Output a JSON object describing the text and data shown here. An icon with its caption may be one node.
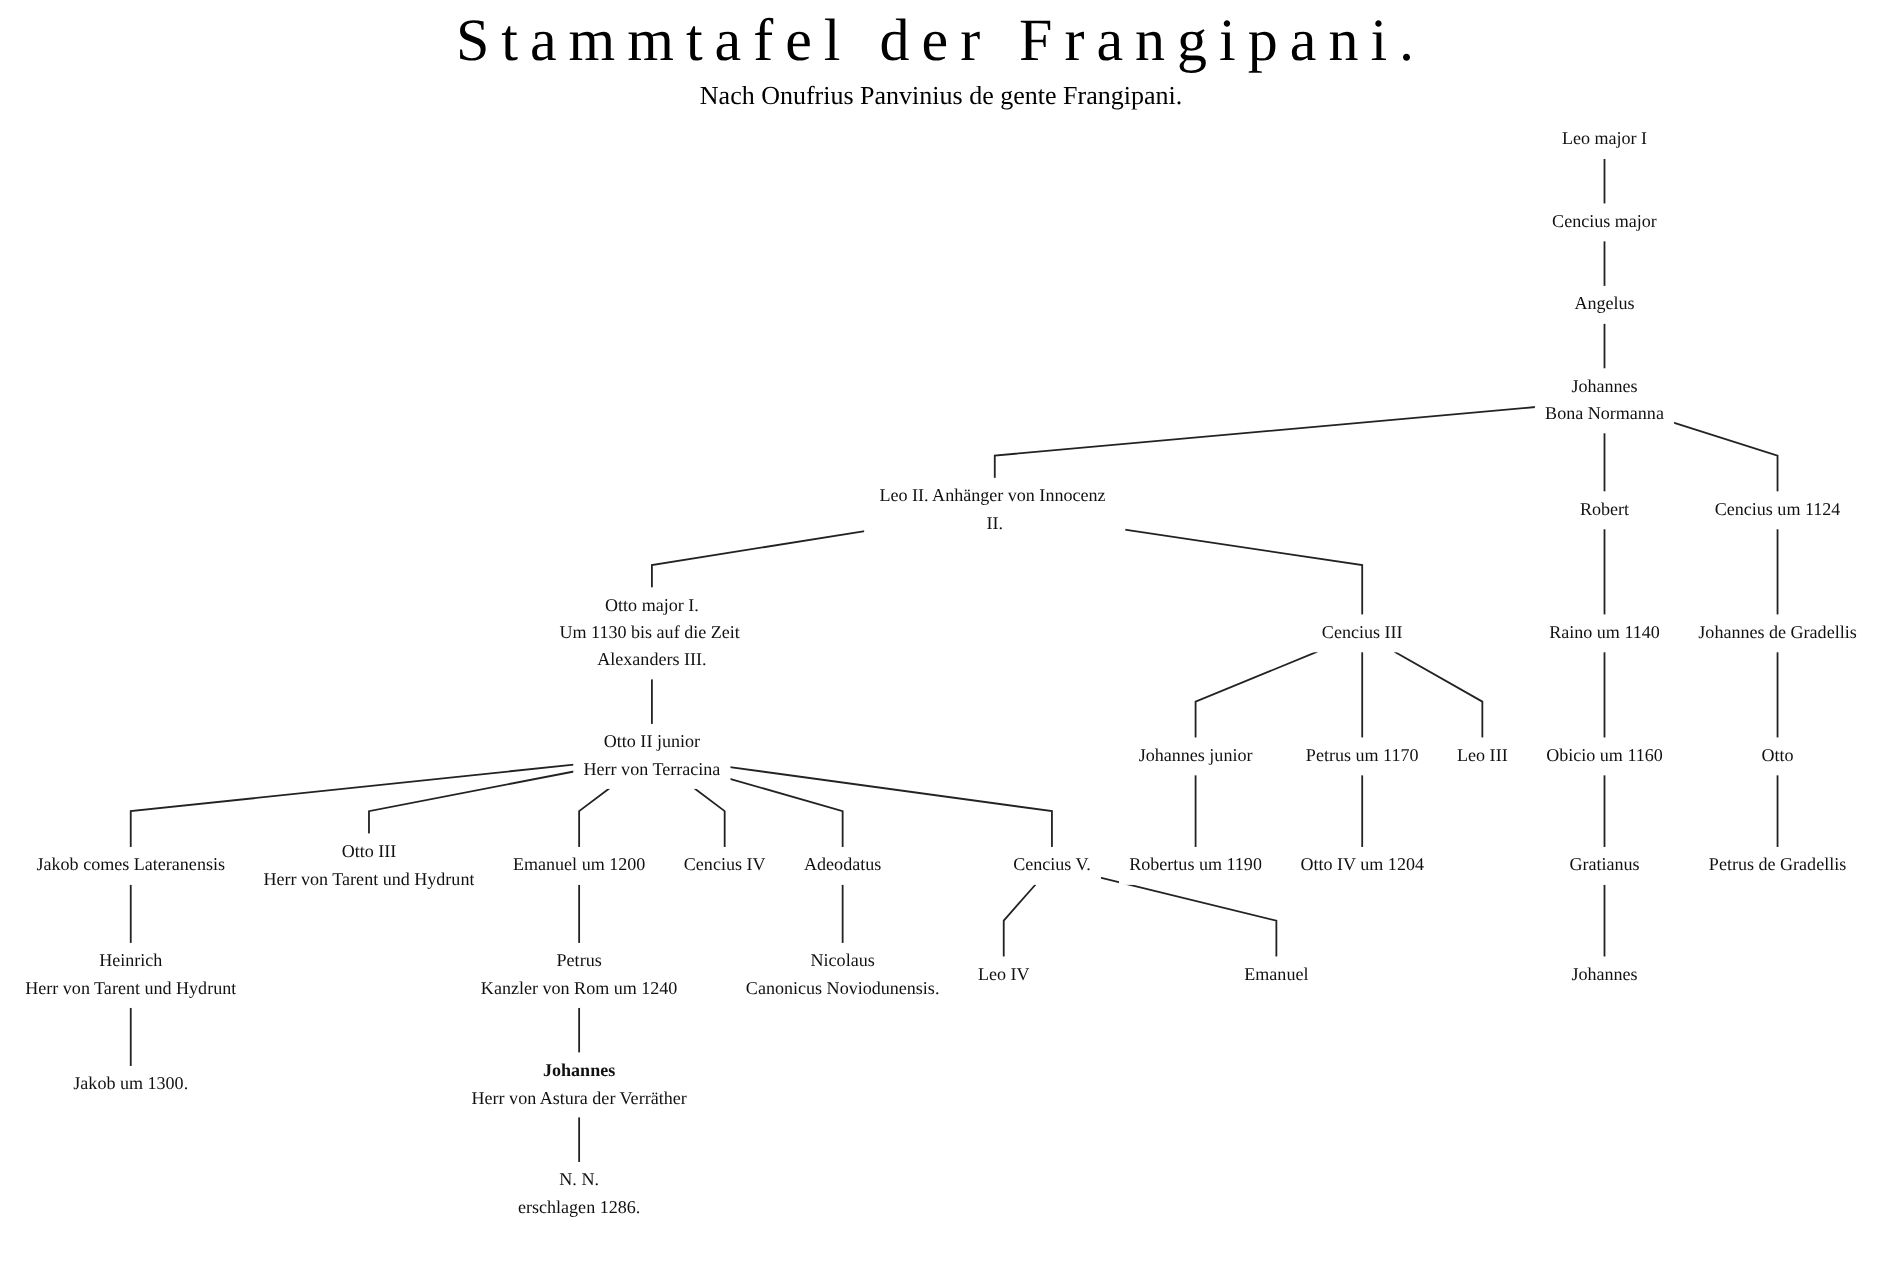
{
  "diagram": {
    "title": "Stammtafel der Frangipani.",
    "caption": "Nach Onufrius Panvinius de gente Frangipani.",
    "nodes": [
      {
        "text": [
          "Leo major I"
        ]
      },
      {
        "text": [
          "Cencius major"
        ]
      },
      {
        "text": [
          "Angelus"
        ]
      },
      {
        "text": [
          "Johannes",
          "Bona Normanna"
        ]
      },
      {
        "text": [
          "Leo II. Anhänger von Innocenz II."
        ]
      },
      {
        "text": [
          "Otto major I.",
          "Um 1130 bis auf die Zeit Alexanders III."
        ]
      },
      {
        "text": [
          "Otto II junior",
          "Herr von Terracina"
        ]
      },
      {
        "text": [
          "Cencius III"
        ]
      },
      {
        "text": [
          "Johannes junior"
        ]
      },
      {
        "text": [
          "Robertus um 1190"
        ]
      },
      {
        "text": [
          "Petrus um 1170"
        ]
      },
      {
        "text": [
          "Otto IV um 1204"
        ]
      },
      {
        "text": [
          "Leo III"
        ]
      },
      {
        "text": [
          "Robert"
        ]
      },
      {
        "text": [
          "Raino um 1140"
        ]
      },
      {
        "text": [
          "Obicio um 1160"
        ]
      },
      {
        "text": [
          "Gratianus"
        ]
      },
      {
        "text": [
          "Johannes"
        ]
      },
      {
        "text": [
          "Cencius um 1124"
        ]
      },
      {
        "text": [
          "Johannes de Gradellis"
        ]
      },
      {
        "text": [
          "Otto"
        ]
      },
      {
        "text": [
          "Petrus de Gradellis"
        ]
      },
      {
        "text": [
          "Jakob comes Lateranensis"
        ]
      },
      {
        "text": [
          "Heinrich",
          "Herr von Tarent und Hydrunt"
        ]
      },
      {
        "text": [
          "Jakob um 1300."
        ]
      },
      {
        "text": [
          "Otto III",
          "Herr von Tarent und Hydrunt"
        ]
      },
      {
        "text": [
          "Emanuel um 1200"
        ]
      },
      {
        "text": [
          "Petrus",
          "Kanzler von Rom um 1240"
        ]
      },
      {
        "text": [
          "**Johannes**",
          "Herr von Astura der Verräther"
        ]
      },
      {
        "text": [
          "N. N.",
          "erschlagen 1286."
        ]
      },
      {
        "text": [
          "Cencius IV"
        ]
      },
      {
        "text": [
          "Adeodatus"
        ]
      },
      {
        "text": [
          "Nicolaus",
          "Canonicus Noviodunensis."
        ]
      },
      {
        "text": [
          "Cencius V."
        ]
      },
      {
        "text": [
          "Leo IV"
        ]
      },
      {
        "text": [
          "Emanuel"
        ]
      }
    ],
    "edges": [
      {
        "from": 0,
        "to": 1,
        "arrow": "none"
      },
      {
        "from": 1,
        "to": 2,
        "arrow": "none"
      },
      {
        "from": 2,
        "to": 3,
        "arrow": "none"
      },
      {
        "from": 3,
        "to": 4,
        "arrow": "none"
      },
      {
        "from": 3,
        "to": 13,
        "arrow": "none"
      },
      {
        "from": 3,
        "to": 18,
        "arrow": "none"
      },
      {
        "from": 4,
        "to": 5,
        "arrow": "none"
      },
      {
        "from": 4,
        "to": 7,
        "arrow": "none"
      },
      {
        "from": 5,
        "to": 6,
        "arrow": "none"
      },
      {
        "from": 7,
        "to": 8,
        "arrow": "none"
      },
      {
        "from": 7,
        "to": 10,
        "arrow": "none"
      },
      {
        "from": 7,
        "to": 12,
        "arrow": "none"
      },
      {
        "from": 8,
        "to": 9,
        "arrow": "none"
      },
      {
        "from": 10,
        "to": 11,
        "arrow": "none"
      },
      {
        "from": 13,
        "to": 14,
        "arrow": "none"
      },
      {
        "from": 14,
        "to": 15,
        "arrow": "none"
      },
      {
        "from": 15,
        "to": 16,
        "arrow": "none"
      },
      {
        "from": 16,
        "to": 17,
        "arrow": "none"
      },
      {
        "from": 18,
        "to": 19,
        "arrow": "none"
      },
      {
        "from": 19,
        "to": 20,
        "arrow": "none"
      },
      {
        "from": 20,
        "to": 21,
        "arrow": "none"
      },
      {
        "from": 6,
        "to": 22,
        "arrow": "none"
      },
      {
        "from": 6,
        "to": 25,
        "arrow": "none"
      },
      {
        "from": 6,
        "to": 26,
        "arrow": "none"
      },
      {
        "from": 6,
        "to": 30,
        "arrow": "none"
      },
      {
        "from": 6,
        "to": 31,
        "arrow": "none"
      },
      {
        "from": 6,
        "to": 33,
        "arrow": "none"
      },
      {
        "from": 22,
        "to": 23,
        "arrow": "none"
      },
      {
        "from": 23,
        "to": 24,
        "arrow": "none"
      },
      {
        "from": 26,
        "to": 27,
        "arrow": "none"
      },
      {
        "from": 27,
        "to": 28,
        "arrow": "none"
      },
      {
        "from": 28,
        "to": 29,
        "arrow": "none"
      },
      {
        "from": 31,
        "to": 32,
        "arrow": "none"
      },
      {
        "from": 33,
        "to": 34,
        "arrow": "none"
      },
      {
        "from": 33,
        "to": 35,
        "arrow": "none"
      }
    ]
  }
}
